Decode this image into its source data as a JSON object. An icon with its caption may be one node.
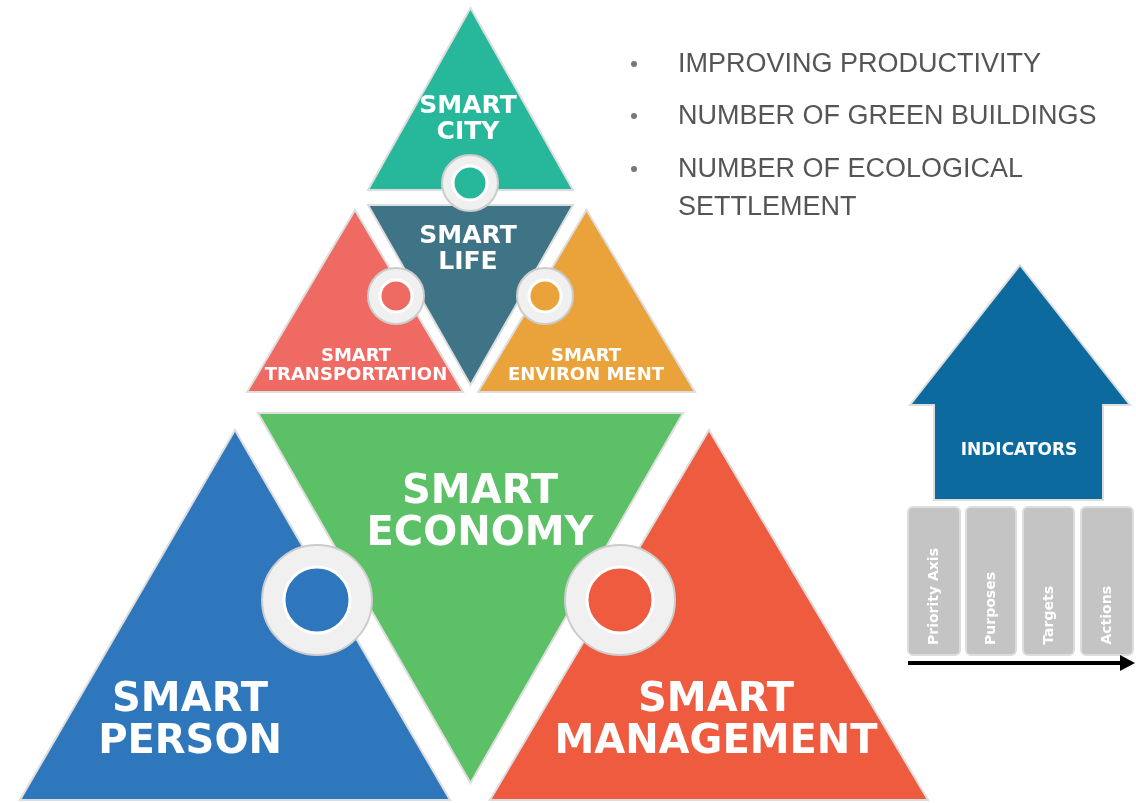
{
  "diagram": {
    "nodes": [
      {
        "text": [
          "SMART CITY"
        ]
      },
      {
        "text": [
          "SMART LIFE"
        ]
      },
      {
        "text": [
          "SMART TRANSPORTATION"
        ]
      },
      {
        "text": [
          "SMART ENVIRON MENT"
        ]
      },
      {
        "text": [
          "SMART ECONOMY"
        ]
      },
      {
        "text": [
          "SMART PERSON"
        ]
      },
      {
        "text": [
          "SMART MANAGEMENT"
        ]
      },
      {
        "text": [
          "INDICATORS"
        ]
      },
      {
        "text": [
          "Priority Axis"
        ]
      },
      {
        "text": [
          "Purposes"
        ]
      },
      {
        "text": [
          "Targets"
        ]
      },
      {
        "text": [
          "Actions"
        ]
      }
    ],
    "edges": [],
    "labels": [
      "IMPROVING PRODUCTIVITY",
      "NUMBER OF GREEN BUILDINGS",
      "NUMBER OF ECOLOGICAL SETTLEMENT"
    ]
  }
}
